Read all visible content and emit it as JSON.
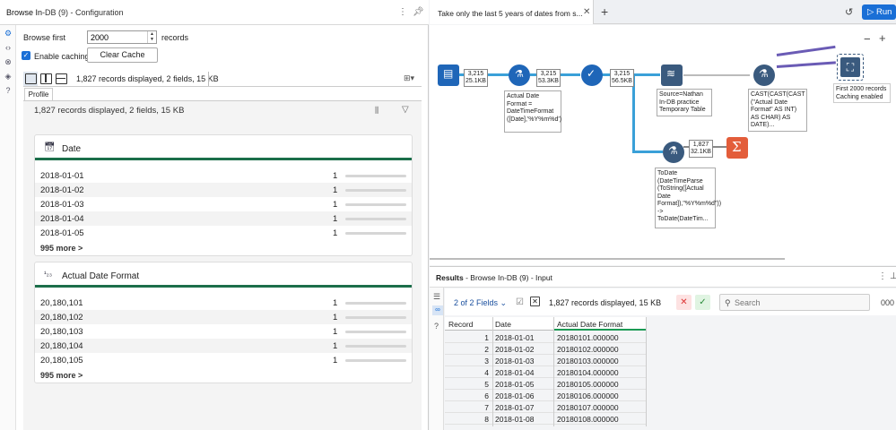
{
  "config_panel": {
    "title_bold": "Browse In",
    "title_rest": "-DB (9) - Configuration",
    "browse_first_label": "Browse first",
    "browse_first_value": "2000",
    "records_label": "records",
    "enable_caching_label": "Enable caching",
    "clear_cache_label": "Clear Cache",
    "view_summary": "1,827 records displayed, 2 fields, 15 KB",
    "profile_tab": "Profile",
    "profile_summary": "1,827 records displayed, 2 fields, 15 KB"
  },
  "cards": [
    {
      "title": "Date",
      "rows": [
        {
          "value": "2018-01-01",
          "count": "1"
        },
        {
          "value": "2018-01-02",
          "count": "1"
        },
        {
          "value": "2018-01-03",
          "count": "1"
        },
        {
          "value": "2018-01-04",
          "count": "1"
        },
        {
          "value": "2018-01-05",
          "count": "1"
        }
      ],
      "more": "995 more >"
    },
    {
      "title": "Actual Date Format",
      "rows": [
        {
          "value": "20,180,101",
          "count": "1"
        },
        {
          "value": "20,180,102",
          "count": "1"
        },
        {
          "value": "20,180,103",
          "count": "1"
        },
        {
          "value": "20,180,104",
          "count": "1"
        },
        {
          "value": "20,180,105",
          "count": "1"
        }
      ],
      "more": "995 more >"
    }
  ],
  "tabs": {
    "workflow_tab": "Take only the last 5 years of dates from s...",
    "run_label": "Run"
  },
  "canvas": {
    "badges": [
      {
        "count": "3,215",
        "size": "25.1KB"
      },
      {
        "count": "3,215",
        "size": "53.3KB"
      },
      {
        "count": "3,215",
        "size": "56.5KB"
      },
      {
        "count": "1,827",
        "size": "32.1KB"
      }
    ],
    "annotations": {
      "formula1": "Actual Date Format = DateTimeFormat ([Date],'%Y%m%d')",
      "connect": "Source=Nathan In-DB practice Temporary Table",
      "formula2": "CAST(CAST(CAST (\"Actual Date Format\" AS INT) AS CHAR) AS DATE)...",
      "browse": "First 2000 records Caching enabled",
      "formula3": "ToDate (DateTimeParse (ToString([Actual Date Format]),\"%Y%m%d\")) -> ToDate(DateTim..."
    }
  },
  "results": {
    "title_bold": "Results",
    "title_rest": " - Browse In-DB (9) - Input",
    "fields_selector": "2 of 2 Fields",
    "summary": "1,827 records displayed, 15 KB",
    "search_placeholder": "Search",
    "more": "000",
    "columns": [
      "Record",
      "Date",
      "Actual Date Format"
    ],
    "rows": [
      [
        "1",
        "2018-01-01",
        "20180101.000000"
      ],
      [
        "2",
        "2018-01-02",
        "20180102.000000"
      ],
      [
        "3",
        "2018-01-03",
        "20180103.000000"
      ],
      [
        "4",
        "2018-01-04",
        "20180104.000000"
      ],
      [
        "5",
        "2018-01-05",
        "20180105.000000"
      ],
      [
        "6",
        "2018-01-06",
        "20180106.000000"
      ],
      [
        "7",
        "2018-01-07",
        "20180107.000000"
      ],
      [
        "8",
        "2018-01-08",
        "20180108.000000"
      ]
    ]
  },
  "colors": {
    "accent": "#1a6fd6",
    "profile_green": "#1b6e4a",
    "connection": "#3aa0d8"
  }
}
